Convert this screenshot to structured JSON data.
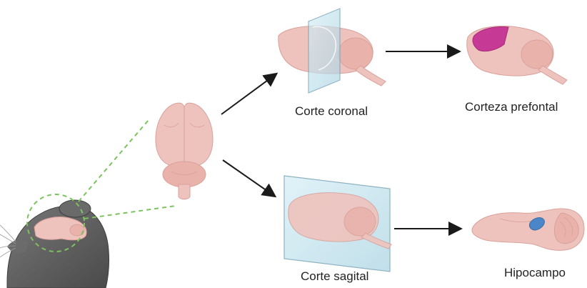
{
  "labels": {
    "coronal": "Corte coronal",
    "prefrontal": "Corteza prefontal",
    "sagittal": "Corte sagital",
    "hippocampus": "Hipocampo"
  },
  "colors": {
    "brain_fill": "#efc3bd",
    "brain_stroke": "#d9a19a",
    "prefrontal_highlight": "#c63a95",
    "hippocampus_highlight": "#4a86c8",
    "plane_fill": "#bfe1ec",
    "plane_stroke": "#7aa6b8",
    "dashed_guide": "#7cc25e",
    "arrow": "#1a1a1a",
    "mouse_fur": "#5a5a5a"
  }
}
